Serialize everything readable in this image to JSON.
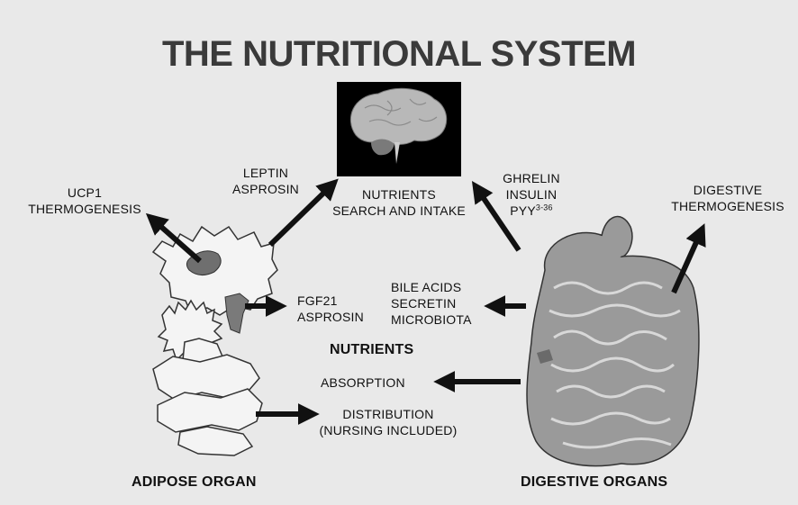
{
  "title": "THE NUTRITIONAL SYSTEM",
  "brain": {
    "label_line1": "NUTRIENTS",
    "label_line2": "SEARCH AND INTAKE"
  },
  "left_signals": {
    "line1": "LEPTIN",
    "line2": "ASPROSIN"
  },
  "right_signals": {
    "line1": "GHRELIN",
    "line2": "INSULIN",
    "line3": "PYY",
    "line3_sup": "3-36"
  },
  "ucp1": {
    "line1": "UCP1",
    "line2": "THERMOGENESIS"
  },
  "digestive_thermo": {
    "line1": "DIGESTIVE",
    "line2": "THERMOGENESIS"
  },
  "fgf": {
    "line1": "FGF21",
    "line2": "ASPROSIN"
  },
  "bile": {
    "line1": "BILE ACIDS",
    "line2": "SECRETIN",
    "line3": "MICROBIOTA"
  },
  "nutrients": "NUTRIENTS",
  "absorption": "ABSORPTION",
  "distribution": {
    "line1": "DISTRIBUTION",
    "line2": "(NURSING INCLUDED)"
  },
  "adipose_label": "ADIPOSE ORGAN",
  "digestive_label": "DIGESTIVE ORGANS",
  "colors": {
    "background": "#e9e9e9",
    "organ_gray": "#9a9a9a",
    "dark_gray": "#6e6e6e",
    "black": "#111111"
  }
}
